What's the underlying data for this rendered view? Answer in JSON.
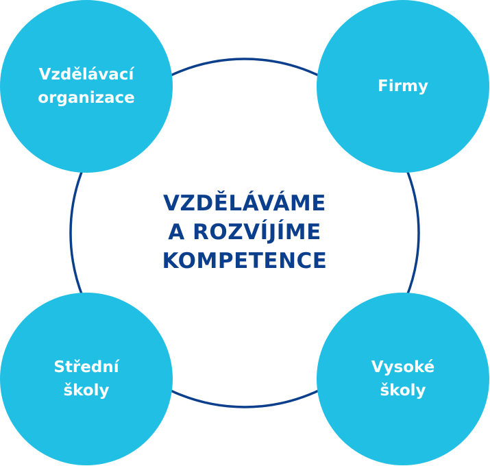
{
  "colors": {
    "node_fill": "#22bfe4",
    "ring_stroke": "#0b3f8c",
    "center_text": "#0b3f8c",
    "node_text": "#ffffff"
  },
  "center": {
    "line1": "VZDĚLÁVÁME",
    "line2": "A ROZVÍJÍME",
    "line3": "KOMPETENCE"
  },
  "nodes": {
    "top_left": {
      "line1": "Vzdělávací",
      "line2": "organizace"
    },
    "top_right": {
      "line1": "Firmy"
    },
    "bottom_left": {
      "line1": "Střední",
      "line2": "školy"
    },
    "bottom_right": {
      "line1": "Vysoké",
      "line2": "školy"
    }
  }
}
